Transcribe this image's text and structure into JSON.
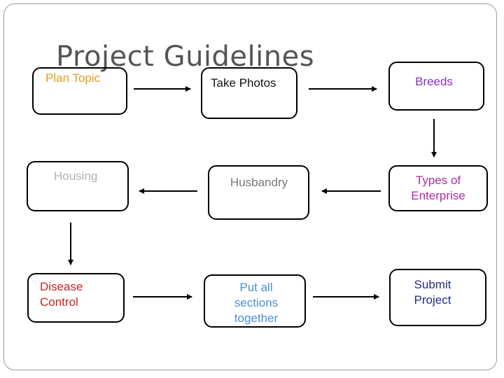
{
  "title": "Project Guidelines",
  "steps": [
    {
      "label": "Plan Topic",
      "color": "#e39a1e"
    },
    {
      "label": "Take Photos",
      "color": "#111111"
    },
    {
      "label": "Breeds",
      "color": "#8b2fc9"
    },
    {
      "label": "Husbandry",
      "color": "#777777"
    },
    {
      "label": "Types of Enterprise",
      "line1": "Types of",
      "line2": "Enterprise",
      "color": "#b02aa8"
    },
    {
      "label": "Housing",
      "color": "#b3b3b3"
    },
    {
      "label": "Disease Control",
      "line1": "Disease",
      "line2": "Control",
      "color": "#cc1f1f"
    },
    {
      "label": "Put all sections together",
      "line1": "Put all",
      "line2": "sections",
      "line3": "together",
      "color": "#4a8fd6"
    },
    {
      "label": "Submit Project",
      "line1": "Submit",
      "line2": "Project",
      "color": "#222f88"
    }
  ],
  "flow": [
    "Plan Topic",
    "Take Photos",
    "Breeds",
    "Types of Enterprise",
    "Husbandry",
    "Housing",
    "Disease Control",
    "Put all sections together",
    "Submit Project"
  ]
}
